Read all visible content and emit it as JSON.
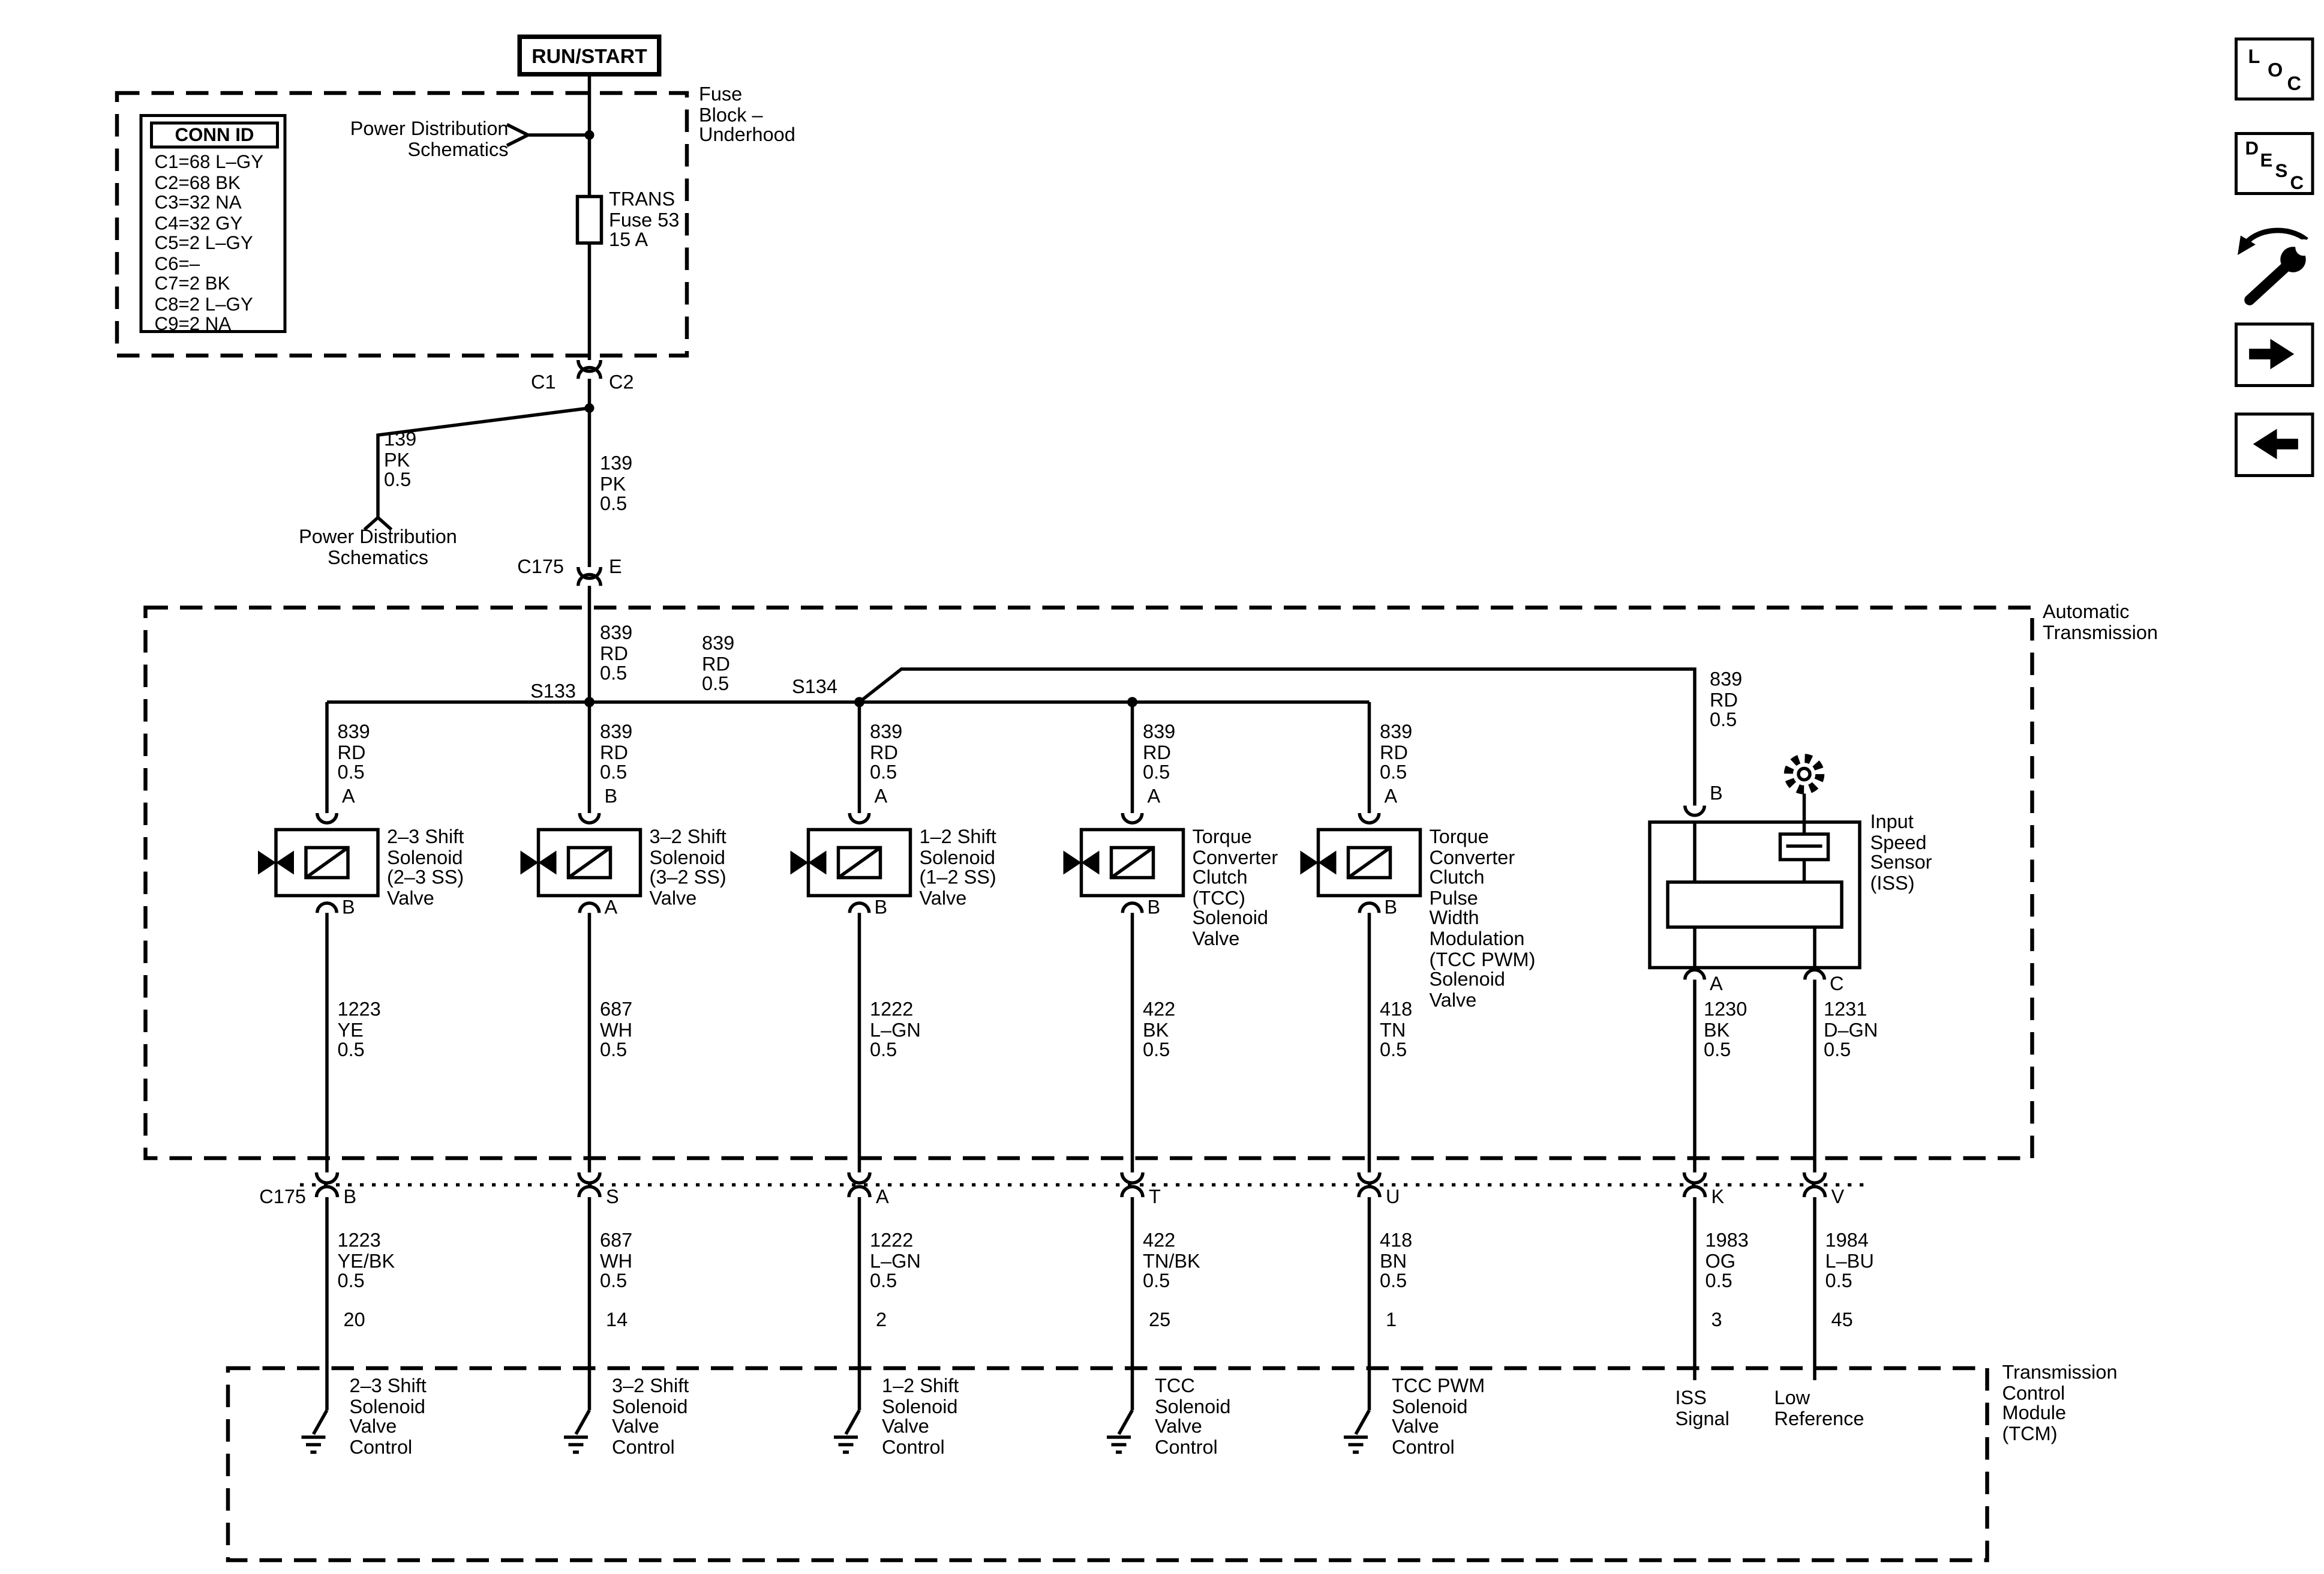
{
  "power": {
    "run_start": "RUN/START"
  },
  "fuse_block": {
    "title": "Fuse\nBlock –\nUnderhood",
    "power_dist_ref": "Power Distribution\nSchematics",
    "fuse_label": "TRANS\nFuse 53\n15 A",
    "conn_id": {
      "header": "CONN ID",
      "rows": [
        "C1=68 L–GY",
        "C2=68 BK",
        "C3=32 NA",
        "C4=32 GY",
        "C5=2 L–GY",
        "C6=–",
        "C7=2 BK",
        "C8=2 L–GY",
        "C9=2 NA"
      ]
    }
  },
  "top": {
    "c1": "C1",
    "c2": "C2",
    "branch_wire": "139\nPK\n0.5",
    "branch_ref": "Power Distribution\nSchematics",
    "main_wire": "139\nPK\n0.5",
    "c175": "C175",
    "pin_e": "E"
  },
  "transmission": {
    "title": "Automatic\nTransmission",
    "feed1": "839\nRD\n0.5",
    "s133": "S133",
    "feed2": "839\nRD\n0.5",
    "s134": "S134",
    "feed_iss": "839\nRD\n0.5",
    "solenoids": [
      {
        "feed": "839\nRD\n0.5",
        "top_pin": "A",
        "name": "2–3 Shift\nSolenoid\n(2–3 SS)\nValve",
        "bottom_pin": "B",
        "wire": "1223\nYE\n0.5"
      },
      {
        "feed": "839\nRD\n0.5",
        "top_pin": "B",
        "name": "3–2 Shift\nSolenoid\n(3–2 SS)\nValve",
        "bottom_pin": "A",
        "wire": "687\nWH\n0.5"
      },
      {
        "feed": "839\nRD\n0.5",
        "top_pin": "A",
        "name": "1–2 Shift\nSolenoid\n(1–2 SS)\nValve",
        "bottom_pin": "B",
        "wire": "1222\nL–GN\n0.5"
      },
      {
        "feed": "839\nRD\n0.5",
        "top_pin": "A",
        "name": "Torque\nConverter\nClutch\n(TCC)\nSolenoid\nValve",
        "bottom_pin": "B",
        "wire": "422\nBK\n0.5"
      },
      {
        "feed": "839\nRD\n0.5",
        "top_pin": "A",
        "name": "Torque\nConverter\nClutch\nPulse\nWidth\nModulation\n(TCC PWM)\nSolenoid\nValve",
        "bottom_pin": "B",
        "wire": "418\nTN\n0.5"
      }
    ],
    "iss": {
      "top_pin": "B",
      "name": "Input\nSpeed\nSensor\n(ISS)",
      "pin_a": "A",
      "pin_c": "C",
      "wire_a": "1230\nBK\n0.5",
      "wire_c": "1231\nD–GN\n0.5"
    }
  },
  "c175_row": {
    "label": "C175",
    "pins": [
      "B",
      "S",
      "A",
      "T",
      "U",
      "K",
      "V"
    ]
  },
  "tcm": {
    "title": "Transmission\nControl\nModule\n(TCM)",
    "channels": [
      {
        "wire": "1223\nYE/BK\n0.5",
        "pin": "20",
        "label": "2–3 Shift\nSolenoid\nValve\nControl"
      },
      {
        "wire": "687\nWH\n0.5",
        "pin": "14",
        "label": "3–2 Shift\nSolenoid\nValve\nControl"
      },
      {
        "wire": "1222\nL–GN\n0.5",
        "pin": "2",
        "label": "1–2 Shift\nSolenoid\nValve\nControl"
      },
      {
        "wire": "422\nTN/BK\n0.5",
        "pin": "25",
        "label": "TCC\nSolenoid\nValve\nControl"
      },
      {
        "wire": "418\nBN\n0.5",
        "pin": "1",
        "label": "TCC PWM\nSolenoid\nValve\nControl"
      },
      {
        "wire": "1983\nOG\n0.5",
        "pin": "3",
        "label": "ISS\nSignal"
      },
      {
        "wire": "1984\nL–BU\n0.5",
        "pin": "45",
        "label": "Low\nReference"
      }
    ]
  },
  "toolbar": {
    "loc": [
      "L",
      "O",
      "C"
    ],
    "desc": [
      "D",
      "E",
      "S",
      "C"
    ]
  }
}
